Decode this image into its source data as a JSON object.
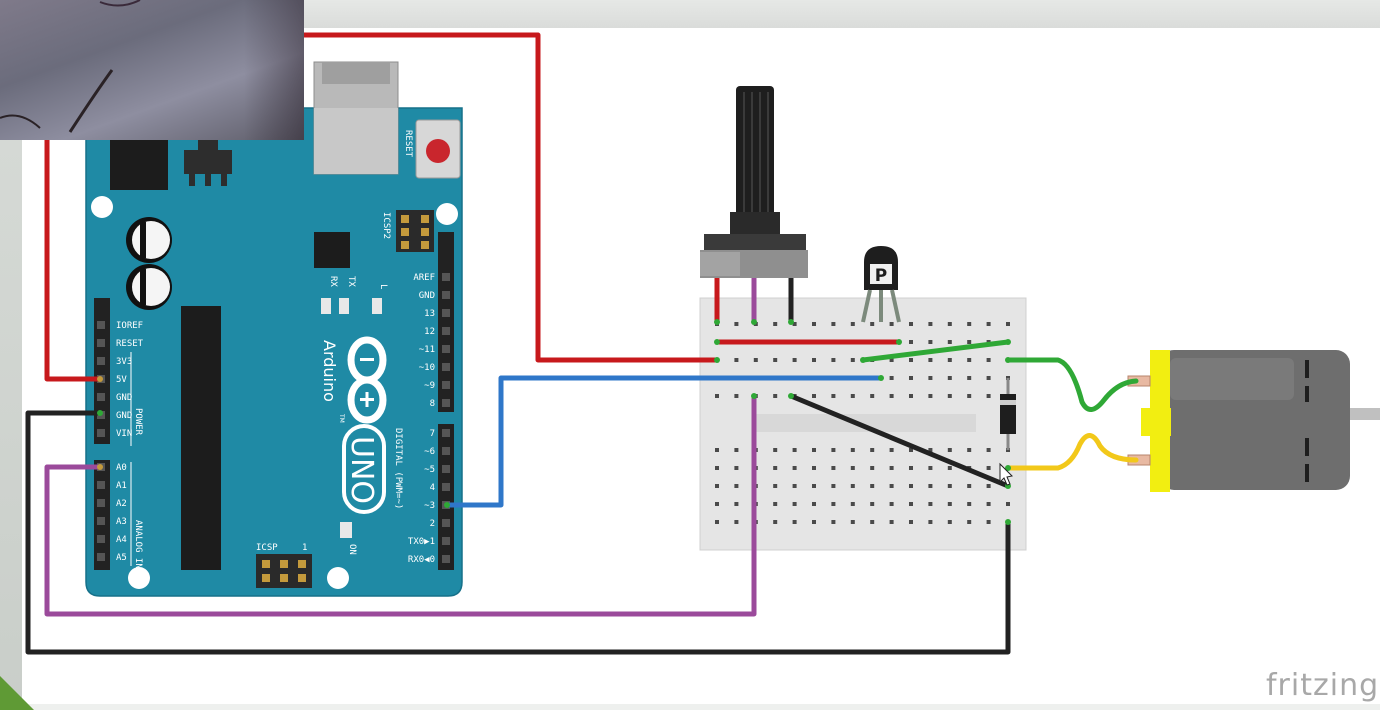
{
  "logo": {
    "text": "fritzing"
  },
  "arduino": {
    "reset_label": "RESET",
    "icsp2_label": "ICSP2",
    "icsp_label": "ICSP",
    "icsp_pin1": "1",
    "on_label": "ON",
    "tx_label": "TX",
    "rx_label": "RX",
    "l_label": "L",
    "brand": "Arduino",
    "model": "UNO",
    "tm": "TM",
    "power_header_title": "POWER",
    "analog_header_title": "ANALOG IN",
    "digital_header_title": "DIGITAL (PWM=~)",
    "power_pins": [
      "IOREF",
      "RESET",
      "3V3",
      "5V",
      "GND",
      "GND",
      "VIN"
    ],
    "analog_pins": [
      "A0",
      "A1",
      "A2",
      "A3",
      "A4",
      "A5"
    ],
    "digital_pins_top": [
      "AREF",
      "GND",
      "13",
      "12",
      "~11",
      "~10",
      "~9",
      "8"
    ],
    "digital_pins_bottom": [
      "7",
      "~6",
      "~5",
      "4",
      "~3",
      "2",
      "TX0▶1",
      "RX0◀0"
    ]
  },
  "transistor": {
    "label": "P"
  },
  "colors": {
    "board": "#1f8aa5",
    "wire_red": "#c7191c",
    "wire_black": "#222222",
    "wire_blue": "#2f77c9",
    "wire_purple": "#9b4a9b",
    "wire_green": "#2fa836",
    "wire_yellow": "#f2c81a",
    "motor_body": "#6e6e6e",
    "motor_cap": "#f2ee11",
    "breadboard": "#e5e5e5"
  }
}
